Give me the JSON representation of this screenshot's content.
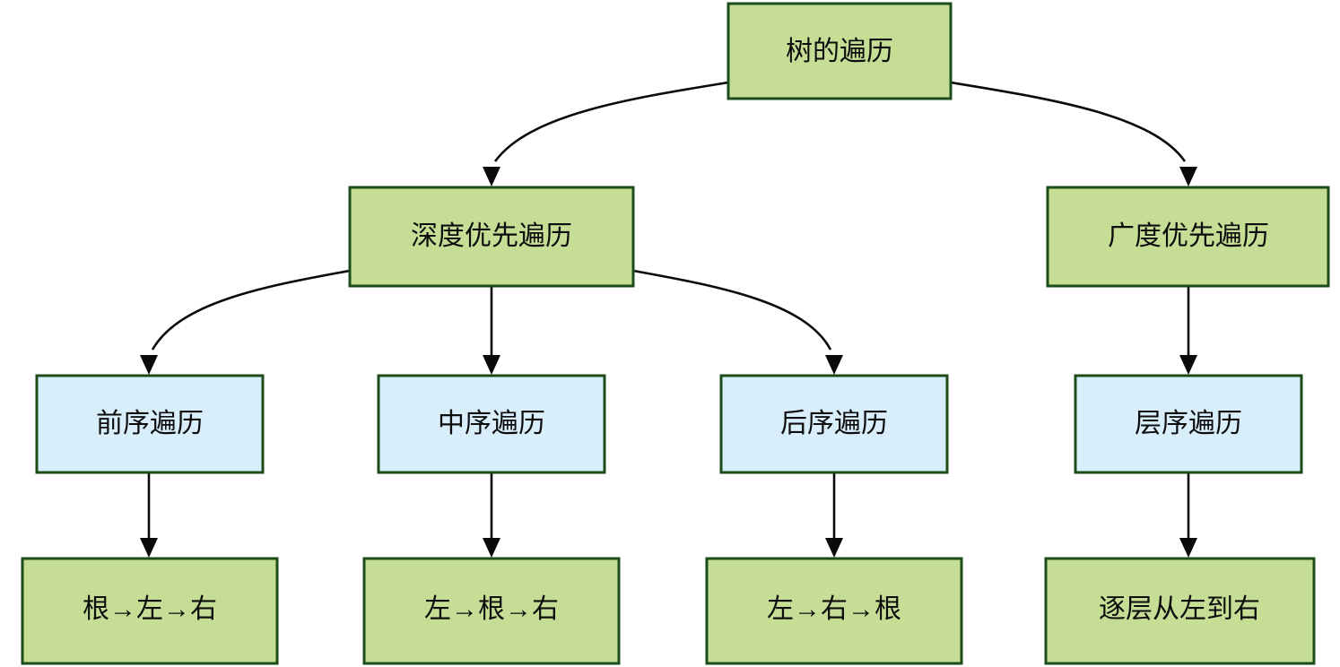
{
  "diagram": {
    "type": "tree-flowchart",
    "title_node": "树的遍历",
    "colors": {
      "green_fill": "#c5dd94",
      "blue_fill": "#d9eefb",
      "border": "#1c4d18",
      "edge": "#0a0a0a",
      "text": "#0d0d0d",
      "background": "#ffffff"
    },
    "nodes": {
      "root": {
        "label": "树的遍历",
        "style": "green"
      },
      "dfs": {
        "label": "深度优先遍历",
        "style": "green"
      },
      "bfs": {
        "label": "广度优先遍历",
        "style": "green"
      },
      "preorder": {
        "label": "前序遍历",
        "style": "blue"
      },
      "inorder": {
        "label": "中序遍历",
        "style": "blue"
      },
      "postorder": {
        "label": "后序遍历",
        "style": "blue"
      },
      "levelorder": {
        "label": "层序遍历",
        "style": "blue"
      },
      "preorder_result": {
        "label": "根→左→右",
        "style": "green"
      },
      "inorder_result": {
        "label": "左→根→右",
        "style": "green"
      },
      "postorder_result": {
        "label": "左→右→根",
        "style": "green"
      },
      "levelorder_result": {
        "label": "逐层从左到右",
        "style": "green"
      }
    },
    "edges": [
      {
        "from": "root",
        "to": "dfs",
        "shape": "curve"
      },
      {
        "from": "root",
        "to": "bfs",
        "shape": "curve"
      },
      {
        "from": "dfs",
        "to": "preorder",
        "shape": "curve"
      },
      {
        "from": "dfs",
        "to": "inorder",
        "shape": "straight"
      },
      {
        "from": "dfs",
        "to": "postorder",
        "shape": "curve"
      },
      {
        "from": "bfs",
        "to": "levelorder",
        "shape": "straight"
      },
      {
        "from": "preorder",
        "to": "preorder_result",
        "shape": "straight"
      },
      {
        "from": "inorder",
        "to": "inorder_result",
        "shape": "straight"
      },
      {
        "from": "postorder",
        "to": "postorder_result",
        "shape": "straight"
      },
      {
        "from": "levelorder",
        "to": "levelorder_result",
        "shape": "straight"
      }
    ]
  }
}
